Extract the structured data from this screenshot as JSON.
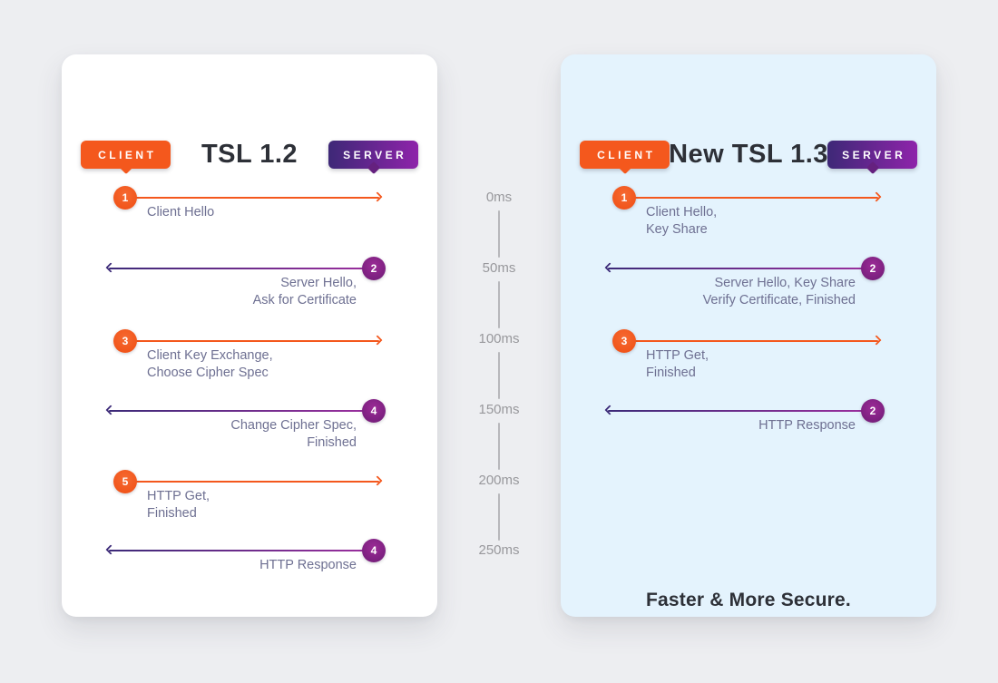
{
  "left_card": {
    "title": "TSL 1.2",
    "client_label": "CLIENT",
    "server_label": "SERVER",
    "messages": [
      {
        "step": "1",
        "direction": "to-server",
        "label": "Client Hello"
      },
      {
        "step": "2",
        "direction": "to-client",
        "label": "Server Hello,\nAsk for Certificate"
      },
      {
        "step": "3",
        "direction": "to-server",
        "label": "Client Key Exchange,\nChoose Cipher Spec"
      },
      {
        "step": "4",
        "direction": "to-client",
        "label": "Change Cipher Spec,\nFinished"
      },
      {
        "step": "5",
        "direction": "to-server",
        "label": "HTTP Get,\nFinished"
      },
      {
        "step": "4",
        "direction": "to-client",
        "label": "HTTP Response"
      }
    ]
  },
  "timeline": {
    "ticks": [
      "0ms",
      "50ms",
      "100ms",
      "150ms",
      "200ms",
      "250ms"
    ]
  },
  "right_card": {
    "title": "New TSL 1.3",
    "client_label": "CLIENT",
    "server_label": "SERVER",
    "messages": [
      {
        "step": "1",
        "direction": "to-server",
        "label": "Client Hello,\nKey Share"
      },
      {
        "step": "2",
        "direction": "to-client",
        "label": "Server Hello, Key Share\nVerify Certificate, Finished"
      },
      {
        "step": "3",
        "direction": "to-server",
        "label": "HTTP Get,\nFinished"
      },
      {
        "step": "2",
        "direction": "to-client",
        "label": "HTTP Response"
      }
    ],
    "footer": "Faster & More Secure."
  },
  "colors": {
    "orange": "#f4581d",
    "purple_dark": "#3c2a78",
    "purple_bright": "#8e24aa",
    "card_blue": "#e4f3fd",
    "page_background": "#edeef1",
    "label_text": "#6e7092",
    "title_text": "#2d3037",
    "timeline_text": "#98989c"
  }
}
